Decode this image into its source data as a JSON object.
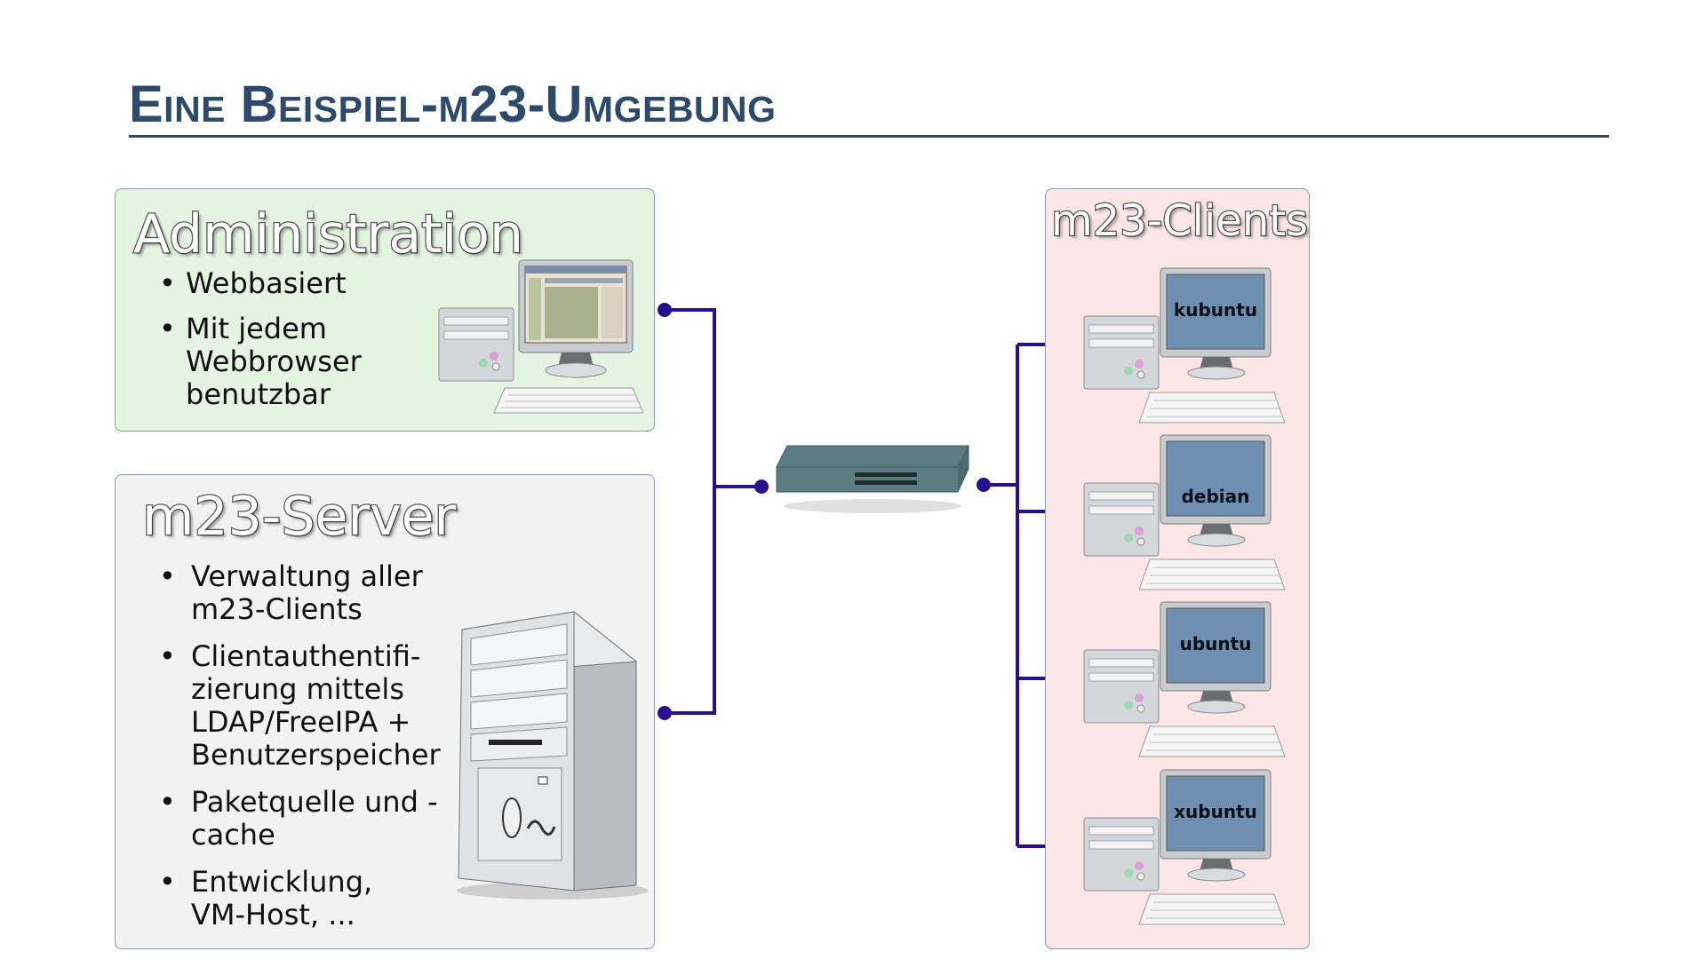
{
  "slide": {
    "title": "Eine Beispiel-m23-Umgebung"
  },
  "admin": {
    "heading": "Administration",
    "bullets": [
      [
        "Webbasiert"
      ],
      [
        "Mit jedem",
        "Webbrowser",
        "benutzbar"
      ]
    ]
  },
  "server": {
    "heading": "m23-Server",
    "bullets": [
      [
        "Verwaltung aller",
        "m23-Clients"
      ],
      [
        "Clientauthentifi-",
        "zierung mittels",
        "LDAP/FreeIPA +",
        "Benutzerspeicher"
      ],
      [
        "Paketquelle und -",
        "cache"
      ],
      [
        "Entwicklung,",
        "VM-Host, ..."
      ]
    ]
  },
  "clients": {
    "heading": "m23-Clients",
    "distros": [
      "kubuntu",
      "debian",
      "ubuntu",
      "xubuntu"
    ]
  },
  "colors": {
    "connector": "#2a0f8c",
    "admin_bg": "#e3f4e0",
    "server_bg": "#f2f2f2",
    "clients_bg": "#fde6e8",
    "title": "#2e4a6b"
  },
  "icons": [
    "admin-workstation-icon",
    "server-tower-icon",
    "network-switch-icon",
    "client-workstation-icon"
  ]
}
